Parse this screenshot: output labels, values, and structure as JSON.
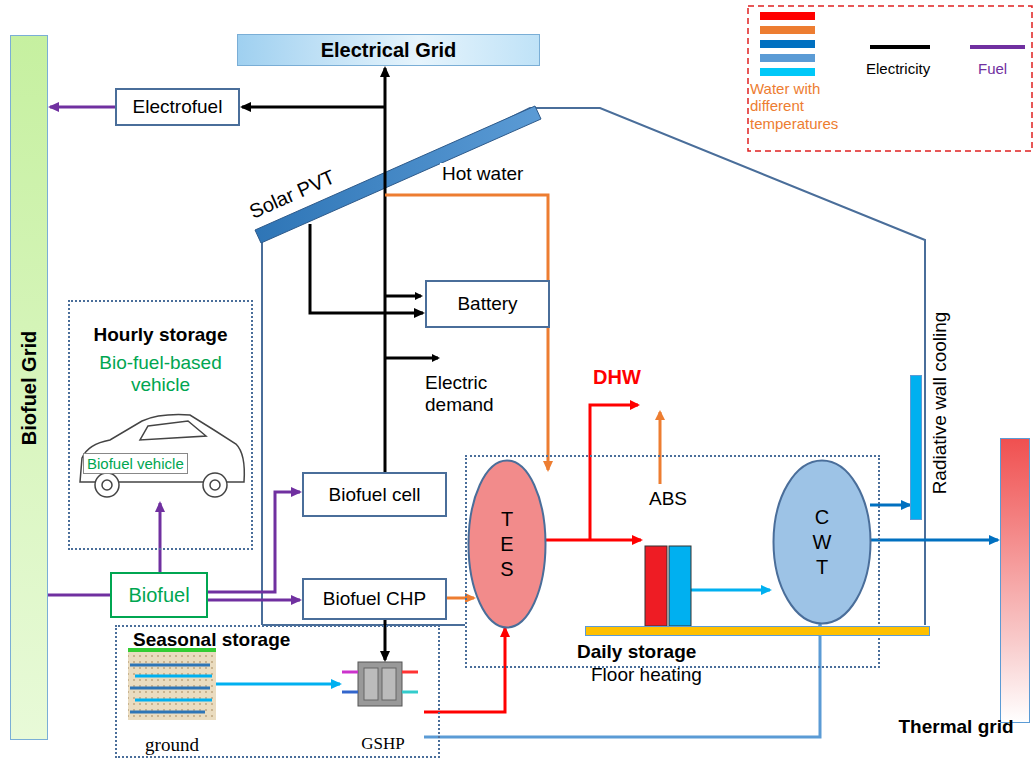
{
  "diagram": {
    "nodes": [
      {
        "text": [
          "Electrical Grid"
        ]
      },
      {
        "text": [
          "Biofuel Grid"
        ]
      },
      {
        "text": [
          "Electrofuel"
        ]
      },
      {
        "text": [
          "Solar PVT"
        ]
      },
      {
        "text": [
          "Battery"
        ]
      },
      {
        "text": [
          "Hourly storage",
          "Bio-fuel-based vehicle"
        ]
      },
      {
        "text": [
          "Biofuel vehicle"
        ],
        "in": 5
      },
      {
        "text": [
          "Biofuel"
        ]
      },
      {
        "text": [
          "Biofuel cell"
        ]
      },
      {
        "text": [
          "Biofuel CHP"
        ]
      },
      {
        "text": [
          "Daily storage"
        ]
      },
      {
        "text": [
          "T E S"
        ],
        "in": 10
      },
      {
        "text": [
          "ABS"
        ],
        "in": 10
      },
      {
        "text": [
          "C W T"
        ],
        "in": 10
      },
      {
        "text": [
          "Seasonal storage"
        ]
      },
      {
        "text": [
          "ground"
        ],
        "in": 14
      },
      {
        "text": [
          "GSHP"
        ],
        "in": 14
      },
      {
        "text": [
          "Radiative wall cooling"
        ]
      },
      {
        "text": [
          "Thermal grid"
        ]
      },
      {
        "text": [
          "Floor heating"
        ]
      }
    ],
    "edges": [
      {
        "from": 2,
        "to": 1,
        "arrow": "to"
      },
      {
        "from": 8,
        "to": 0,
        "arrow": "to"
      },
      {
        "from": 8,
        "to": 2,
        "arrow": "to"
      },
      {
        "from": 3,
        "to": 4,
        "arrow": "to"
      },
      {
        "from": 3,
        "to": 11,
        "label": "Hot water",
        "arrow": "to"
      },
      {
        "from": 1,
        "to": 7,
        "arrow": "none"
      },
      {
        "from": 7,
        "to": 8,
        "arrow": "to"
      },
      {
        "from": 7,
        "to": 9,
        "arrow": "to"
      },
      {
        "from": 7,
        "to": 6,
        "arrow": "to"
      },
      {
        "from": 9,
        "to": 11,
        "arrow": "to"
      },
      {
        "from": 9,
        "to": 16,
        "arrow": "to"
      },
      {
        "from": 15,
        "to": 16,
        "arrow": "to"
      },
      {
        "from": 16,
        "to": 11,
        "arrow": "to"
      },
      {
        "from": 16,
        "to": 13,
        "arrow": "to"
      },
      {
        "from": 11,
        "to": 12,
        "arrow": "to"
      },
      {
        "from": 12,
        "to": 13,
        "arrow": "to"
      },
      {
        "from": 13,
        "to": 17,
        "arrow": "to"
      },
      {
        "from": 13,
        "to": 18,
        "arrow": "to"
      }
    ],
    "labels": [
      "DHW",
      "Electric demand"
    ],
    "legend": [
      {
        "text": "Water with different temperatures",
        "color": "#ff0000"
      },
      {
        "text": "Electricity"
      },
      {
        "text": "Fuel"
      }
    ]
  }
}
